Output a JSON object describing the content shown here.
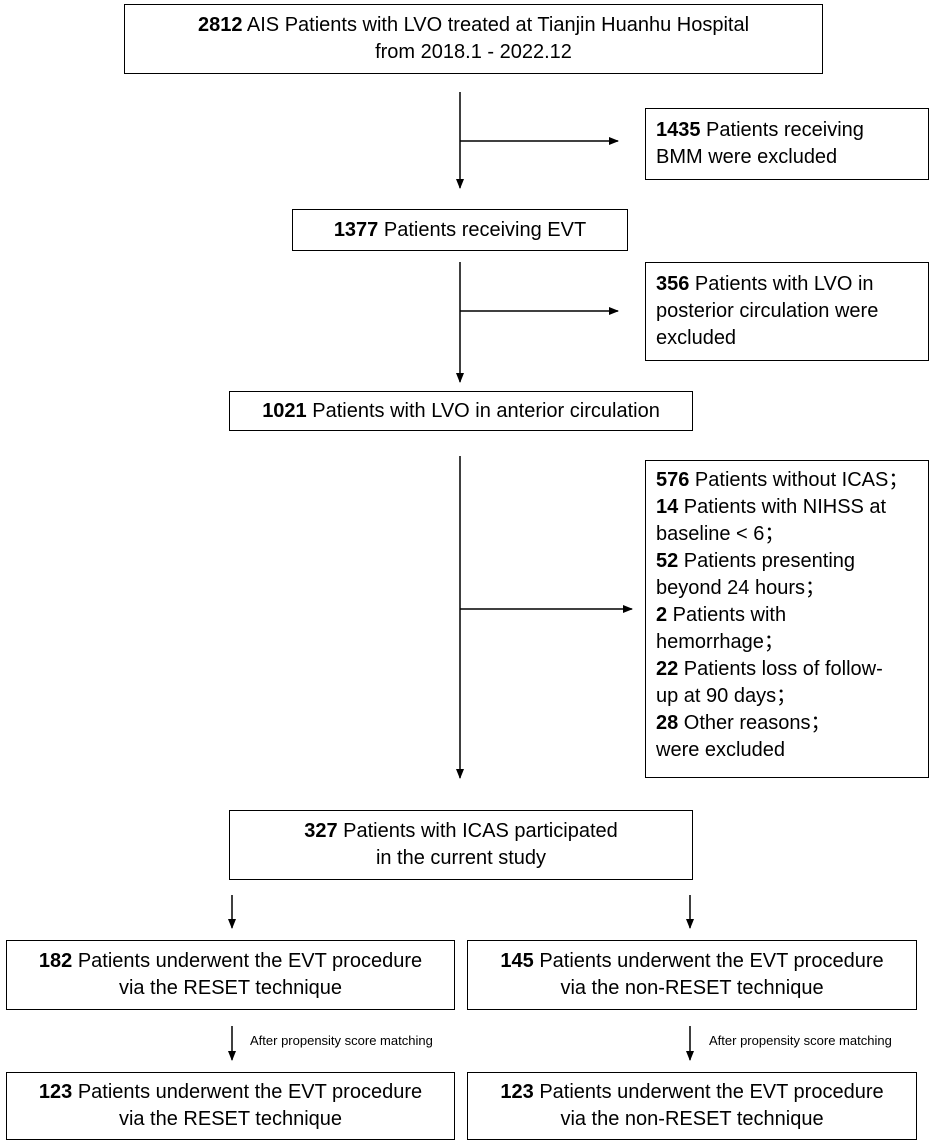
{
  "nodes": {
    "total": {
      "count": "2812",
      "text1": " AIS Patients with LVO treated at Tianjin Huanhu Hospital",
      "text2": "from 2018.1 - 2022.12"
    },
    "excl_bmm": {
      "count": "1435",
      "text1": " Patients receiving",
      "text2": "BMM were excluded"
    },
    "evt": {
      "count": "1377",
      "text1": " Patients receiving EVT"
    },
    "excl_posterior": {
      "count": "356",
      "text1": " Patients with LVO in",
      "text2": "posterior circulation were",
      "text3": "excluded"
    },
    "anterior": {
      "count": "1021",
      "text1": " Patients with LVO in anterior circulation"
    },
    "excl_multi": {
      "items": [
        {
          "count": "576",
          "text": " Patients without ICAS；"
        },
        {
          "count": "14",
          "text": " Patients with NIHSS at"
        },
        {
          "count": "",
          "text": "baseline < 6；"
        },
        {
          "count": "52",
          "text": " Patients presenting"
        },
        {
          "count": "",
          "text": "beyond 24 hours；"
        },
        {
          "count": "2",
          "text": " Patients with"
        },
        {
          "count": "",
          "text": "hemorrhage；"
        },
        {
          "count": "22",
          "text": " Patients loss of follow-"
        },
        {
          "count": "",
          "text": "up at 90 days；"
        },
        {
          "count": "28",
          "text": " Other reasons；"
        },
        {
          "count": "",
          "text": "were excluded"
        }
      ]
    },
    "icas": {
      "count": "327",
      "text1": " Patients with ICAS participated",
      "text2": "in the current study"
    },
    "reset": {
      "count": "182",
      "text1": " Patients underwent the EVT procedure",
      "text2": "via the RESET technique"
    },
    "nonreset": {
      "count": "145",
      "text1": " Patients underwent the EVT procedure",
      "text2": "via the non-RESET technique"
    },
    "reset_matched": {
      "count": "123",
      "text1": " Patients underwent the EVT procedure",
      "text2": "via the RESET technique"
    },
    "nonreset_matched": {
      "count": "123",
      "text1": " Patients underwent the EVT procedure",
      "text2": "via the non-RESET technique"
    }
  },
  "notes": {
    "psm_left": "After propensity score matching",
    "psm_right": "After propensity score matching"
  },
  "colors": {
    "stroke": "#000000",
    "background": "#ffffff"
  }
}
